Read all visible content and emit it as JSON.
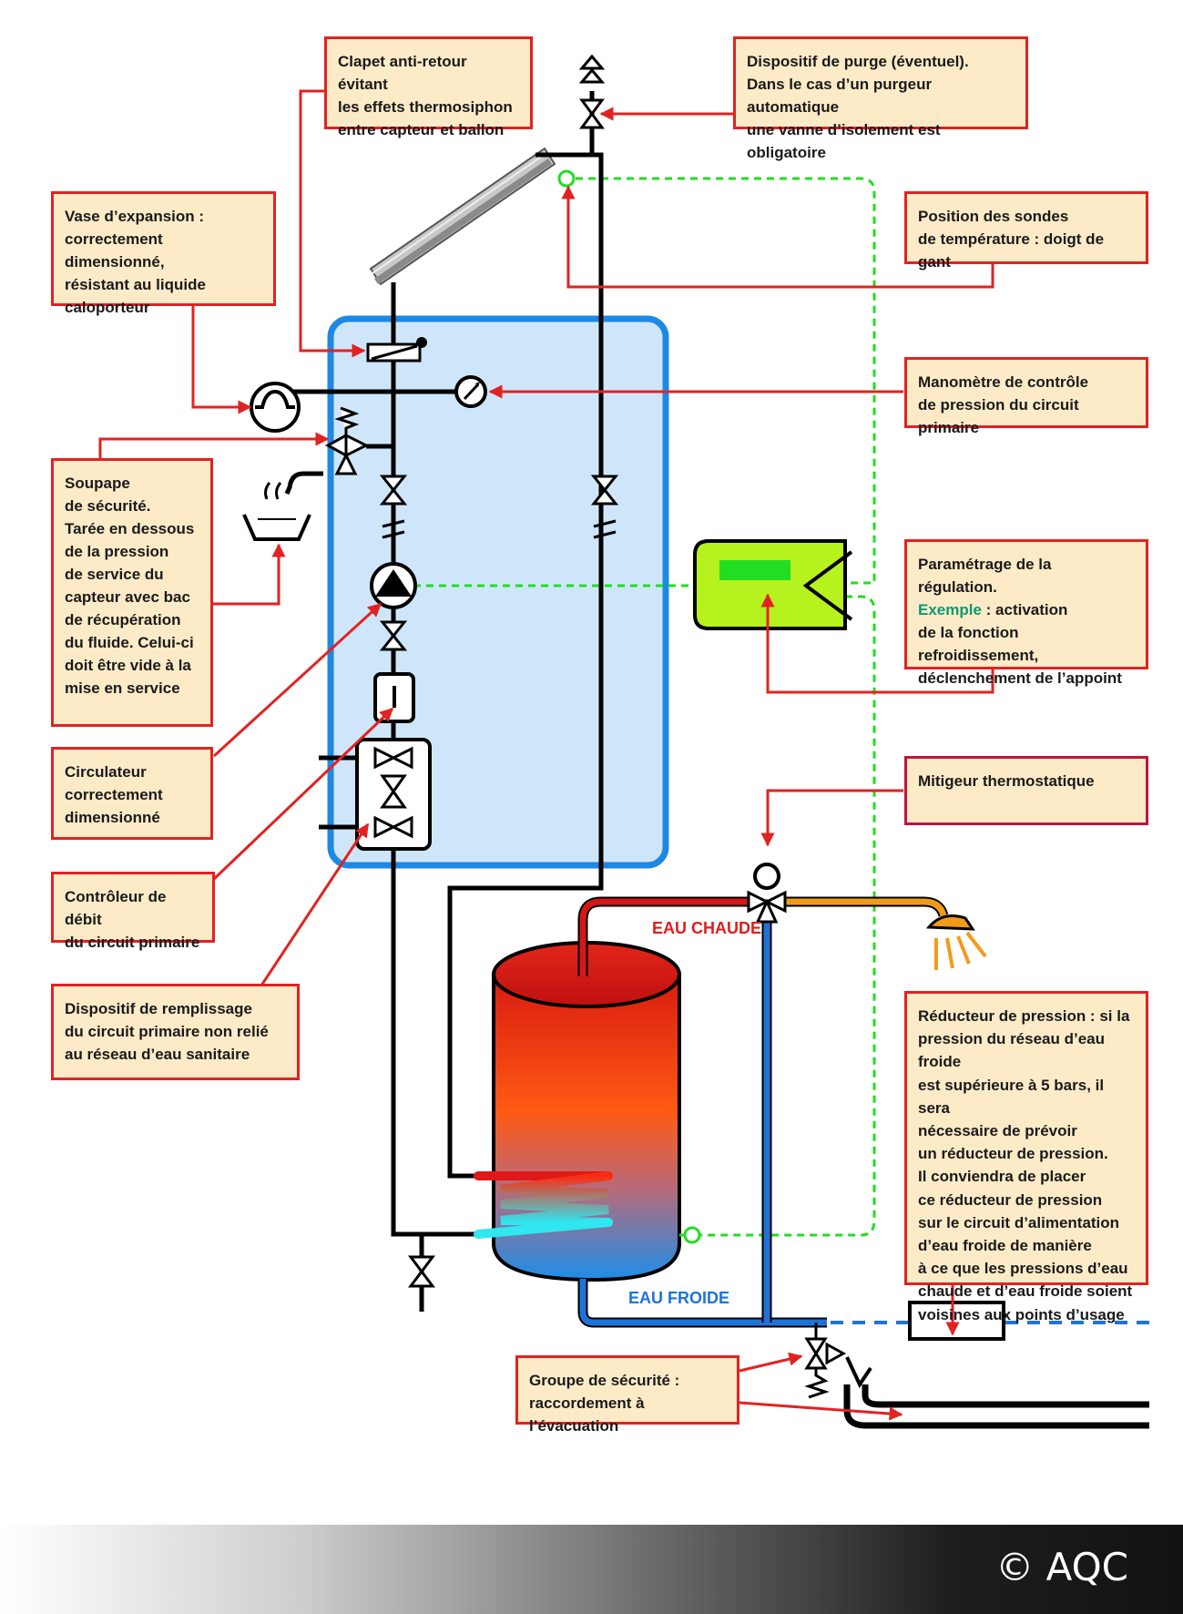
{
  "callouts": {
    "clapet": "Clapet anti-retour évitant\nles effets thermosiphon\nentre capteur et ballon",
    "purge": "Dispositif de purge (éventuel).\nDans le cas d’un purgeur automatique\nune vanne d’isolement est obligatoire",
    "vase": "Vase d’expansion :\ncorrectement dimensionné,\nrésistant au liquide\ncaloporteur",
    "sondes": "Position des sondes\nde température : doigt de gant",
    "manometre": "Manomètre de contrôle\nde pression du circuit primaire",
    "soupape": "Soupape\nde sécurité.\nTarée en dessous\nde la pression\nde service du\ncapteur avec bac\nde récupération\ndu fluide. Celui-ci\ndoit être vide à la\nmise en service",
    "regulation_line1": "Paramétrage de la régulation.",
    "regulation_exemple": "Exemple",
    "regulation_rest": " : activation\nde la fonction refroidissement,\ndéclenchement de l’appoint",
    "circulateur": "Circulateur\ncorrectement\ndimensionné",
    "mitigeur": "Mitigeur thermostatique",
    "controleur": "Contrôleur de débit\ndu circuit primaire",
    "remplissage": "Dispositif de remplissage\ndu circuit primaire non relié\nau réseau d’eau sanitaire",
    "reducteur": "Réducteur de pression : si la\npression du réseau d’eau froide\nest supérieure à 5 bars, il sera\nnécessaire de prévoir\nun réducteur de pression.\nIl conviendra de placer\nce réducteur de pression\nsur le circuit d’alimentation\nd’eau froide de manière\nà ce que les pressions d’eau\nchaude et d’eau froide soient\nvoisines aux points d’usage",
    "securite": "Groupe de sécurité :\nraccordement à l’évacuation"
  },
  "labels": {
    "eau_chaude": "EAU CHAUDE",
    "eau_froide": "EAU FROIDE"
  },
  "footer": {
    "copyright": "© AQC"
  },
  "colors": {
    "callout_border": "#e22222",
    "callout_fill": "#fdebc8",
    "arrow": "#e22222",
    "primary_zone_fill": "#cfe6fa",
    "primary_zone_border": "#1e88e5",
    "signal_line": "#22dd22",
    "controller_fill": "#b6f21d",
    "hot_pipe": "#d41818",
    "cold_pipe": "#1e73d8",
    "mixed_pipe": "#f29a1a",
    "eau_chaude_text": "#e21c1c",
    "eau_froide_text": "#1e73d8",
    "exemple_text": "#0a9a73"
  },
  "icons": [
    "solar-collector-icon",
    "check-valve-icon",
    "expansion-vessel-icon",
    "pressure-gauge-icon",
    "safety-valve-icon",
    "recovery-tray-icon",
    "isolation-valve-icon",
    "circulator-pump-icon",
    "flow-controller-icon",
    "filling-device-icon",
    "hot-water-tank-icon",
    "heat-exchanger-coil-icon",
    "thermostatic-mixer-icon",
    "shower-head-icon",
    "pressure-reducer-icon",
    "safety-group-icon",
    "drain-valve-icon",
    "air-vent-icon",
    "temperature-sensor-icon",
    "controller-icon"
  ]
}
